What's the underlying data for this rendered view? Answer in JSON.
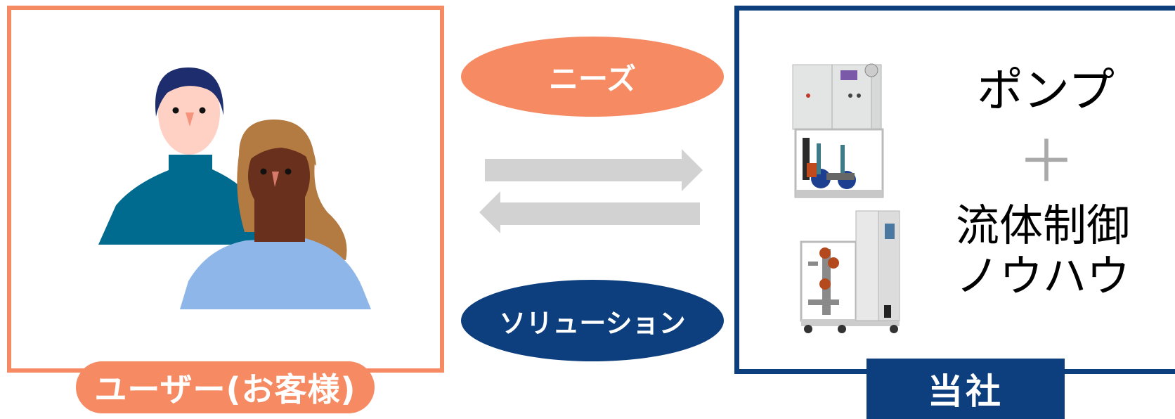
{
  "needs_label": "ニーズ",
  "solution_label": "ソリューション",
  "user_label": "ユーザー(お客様)",
  "company_label": "当社",
  "product": {
    "line1": "ポンプ",
    "plus": "＋",
    "line2": "流体制御",
    "line3": "ノウハウ"
  },
  "colors": {
    "user_accent": "#f68b63",
    "company_accent": "#0d3e7e",
    "arrow": "#d2d2d2"
  },
  "icons": [
    "man-figure-icon",
    "woman-figure-icon",
    "pump-control-unit-image",
    "fluid-control-unit-image"
  ]
}
